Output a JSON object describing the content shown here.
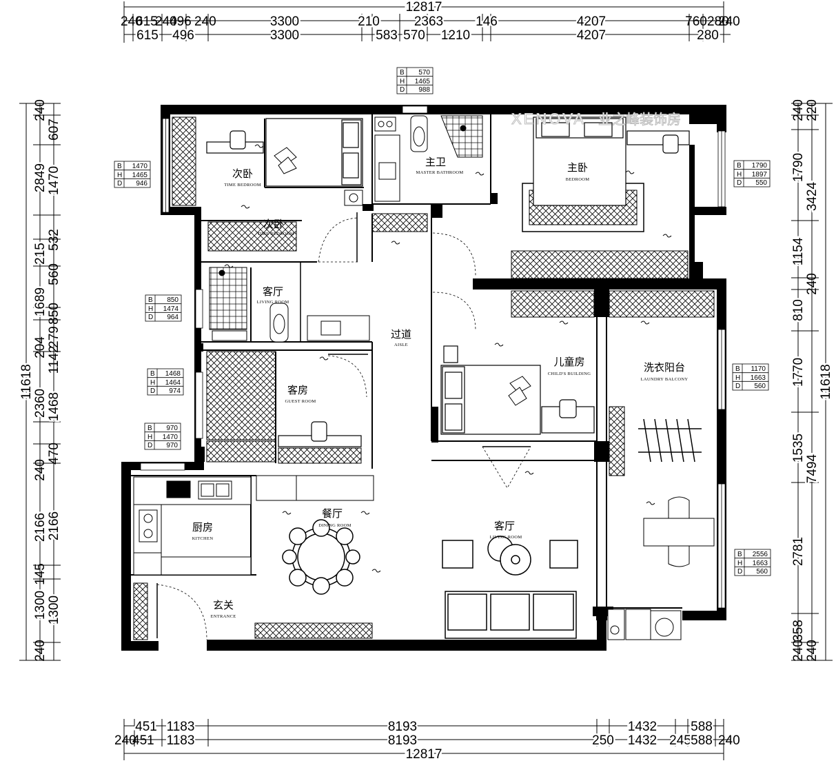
{
  "dimensions": {
    "top_total": "12817",
    "top_row1": [
      "240",
      "615",
      "240",
      "496",
      "240",
      "3300",
      "210",
      "2363",
      "146",
      "4207",
      "760",
      "280",
      "240"
    ],
    "top_row2": [
      "615",
      "496",
      "3300",
      "583",
      "570",
      "1210",
      "4207",
      "280"
    ],
    "bottom_row1": [
      "451",
      "1183",
      "8193",
      "1432",
      "588"
    ],
    "bottom_row2": [
      "240",
      "451",
      "1183",
      "8193",
      "250",
      "1432",
      "245",
      "588",
      "240"
    ],
    "bottom_total": "12817",
    "left_total": "11618",
    "left_row1": [
      "240",
      "2849",
      "215",
      "1689",
      "204",
      "2360",
      "240",
      "2166",
      "145",
      "1300",
      "240"
    ],
    "left_row2": [
      "607",
      "1470",
      "532",
      "560",
      "850",
      "279",
      "1142",
      "1468",
      "470",
      "2166",
      "1300"
    ],
    "right_total": "11618",
    "right_row1": [
      "240",
      "220",
      "1790",
      "1154",
      "810",
      "1770",
      "1535",
      "2781",
      "358",
      "240"
    ],
    "right_row2": [
      "3424",
      "240",
      "7494",
      "240"
    ]
  },
  "window_boxes": [
    {
      "b": "570",
      "h": "1465",
      "d": "988"
    },
    {
      "b": "1470",
      "h": "1465",
      "d": "946"
    },
    {
      "b": "1790",
      "h": "1897",
      "d": "550"
    },
    {
      "b": "850",
      "h": "1474",
      "d": "964"
    },
    {
      "b": "1468",
      "h": "1464",
      "d": "974"
    },
    {
      "b": "1170",
      "h": "1663",
      "d": "560"
    },
    {
      "b": "970",
      "h": "1470",
      "d": "970"
    },
    {
      "b": "2556",
      "h": "1663",
      "d": "560"
    }
  ],
  "box_labels": {
    "b": "B",
    "h": "H",
    "d": "D"
  },
  "rooms": {
    "secondary_bedroom": {
      "cn": "次卧",
      "en": "TIME BEDROOM"
    },
    "secondary_bedroom_2": {
      "cn": "次卧",
      "en": "TIME BEDROOM"
    },
    "master_bathroom": {
      "cn": "主卫",
      "en": "MASTER BATHROOM"
    },
    "master_bedroom": {
      "cn": "主卧",
      "en": "BEDROOM"
    },
    "living_small": {
      "cn": "客厅",
      "en": "LIVING ROOM"
    },
    "aisle": {
      "cn": "过道",
      "en": "AISLE"
    },
    "guest_room": {
      "cn": "客房",
      "en": "GUEST ROOM"
    },
    "childs_room": {
      "cn": "儿童房",
      "en": "CHILD'S BUILDING"
    },
    "laundry_balcony": {
      "cn": "洗衣阳台",
      "en": "LAUNDRY BALCONY"
    },
    "kitchen": {
      "cn": "厨房",
      "en": "KITCHEN"
    },
    "dining_room": {
      "cn": "餐厅",
      "en": "DINING ROOM"
    },
    "living_room": {
      "cn": "客厅",
      "en": "LIVING ROOM"
    },
    "entrance": {
      "cn": "玄关",
      "en": "ENTRANCE"
    }
  },
  "watermark": {
    "en": "XENOVA",
    "cn": "业之峰装饰房"
  }
}
